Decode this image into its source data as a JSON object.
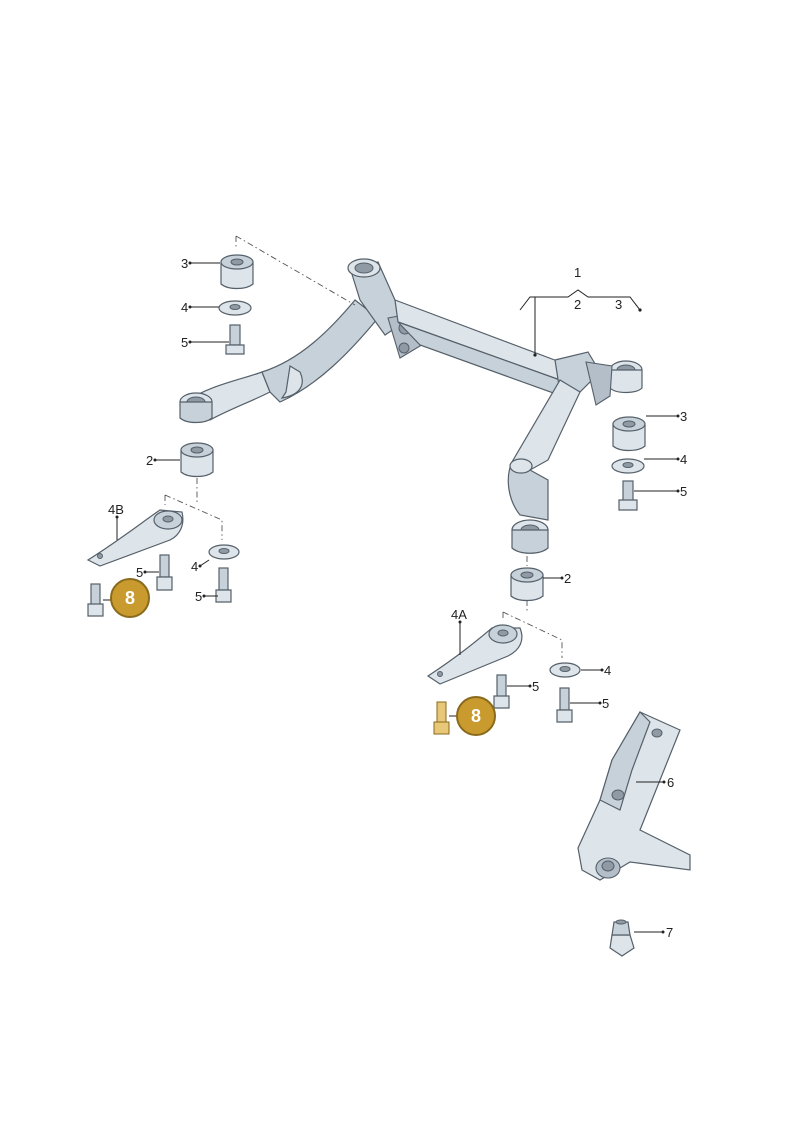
{
  "labels": {
    "l1": "1",
    "l1_2": "2",
    "l1_3": "3",
    "l3_left": "3",
    "l4_left": "4",
    "l5_left": "5",
    "l2_left": "2",
    "l4b": "4B",
    "l5_4b_a": "5",
    "l4_4b": "4",
    "l5_4b_b": "5",
    "l3_right": "3",
    "l4_right": "4",
    "l5_right": "5",
    "l2_right": "2",
    "l4a": "4A",
    "l5_4a_a": "5",
    "l4_4a": "4",
    "l5_4a_b": "5",
    "l6": "6",
    "l7": "7"
  },
  "badges": {
    "badge_left": "8",
    "badge_right": "8"
  },
  "colors": {
    "badge_fill": "#c99a2e",
    "badge_stroke": "#8a6a1c"
  }
}
